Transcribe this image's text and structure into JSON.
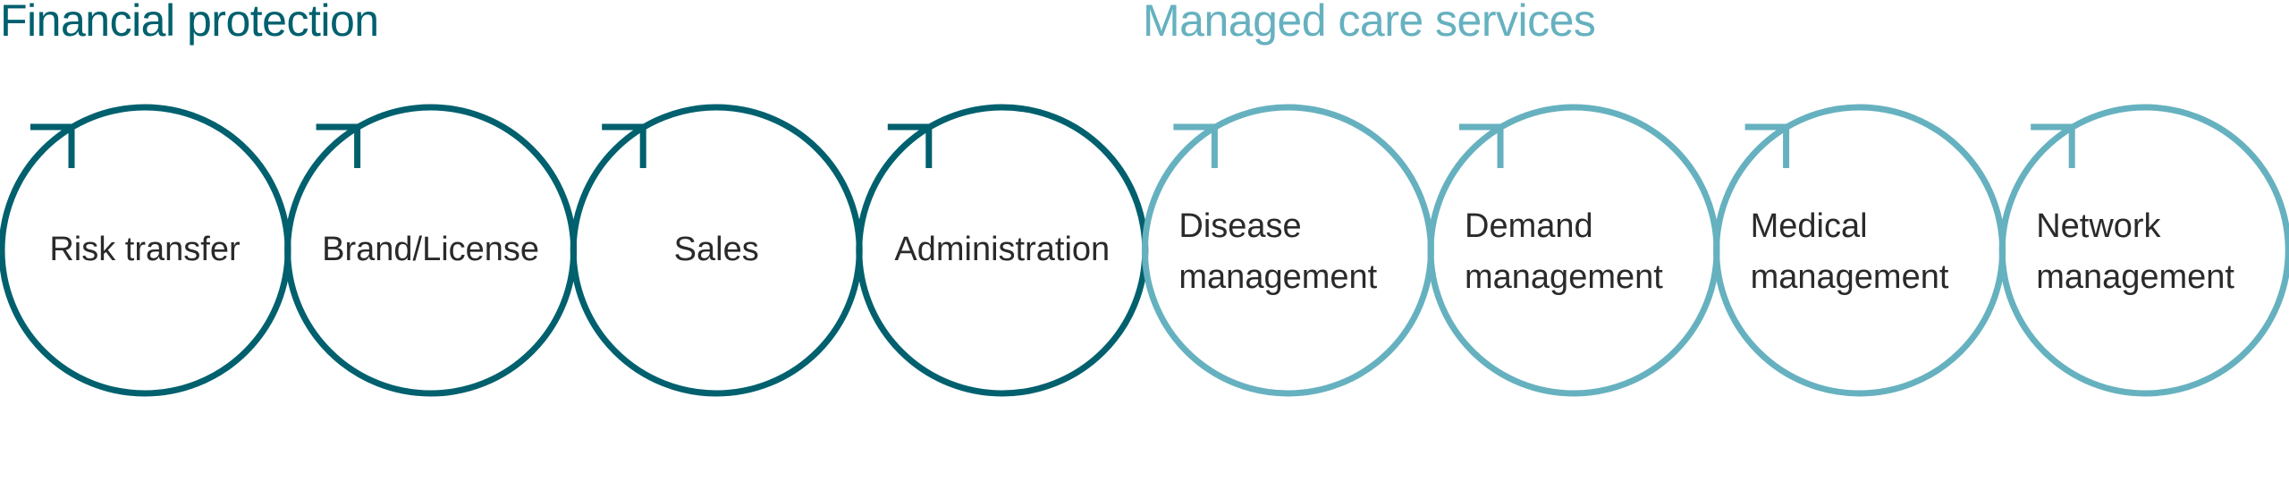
{
  "groups": [
    {
      "title": "Financial protection",
      "color": "#00606e"
    },
    {
      "title": "Managed care services",
      "color": "#66b1bf"
    }
  ],
  "items": [
    {
      "group": 0,
      "lines": [
        "Risk transfer"
      ]
    },
    {
      "group": 0,
      "lines": [
        "Brand/License"
      ]
    },
    {
      "group": 0,
      "lines": [
        "Sales"
      ]
    },
    {
      "group": 0,
      "lines": [
        "Administration"
      ]
    },
    {
      "group": 1,
      "lines": [
        "Disease",
        "management"
      ]
    },
    {
      "group": 1,
      "lines": [
        "Demand",
        "management"
      ]
    },
    {
      "group": 1,
      "lines": [
        "Medical",
        "management"
      ]
    },
    {
      "group": 1,
      "lines": [
        "Network",
        "management"
      ]
    }
  ]
}
